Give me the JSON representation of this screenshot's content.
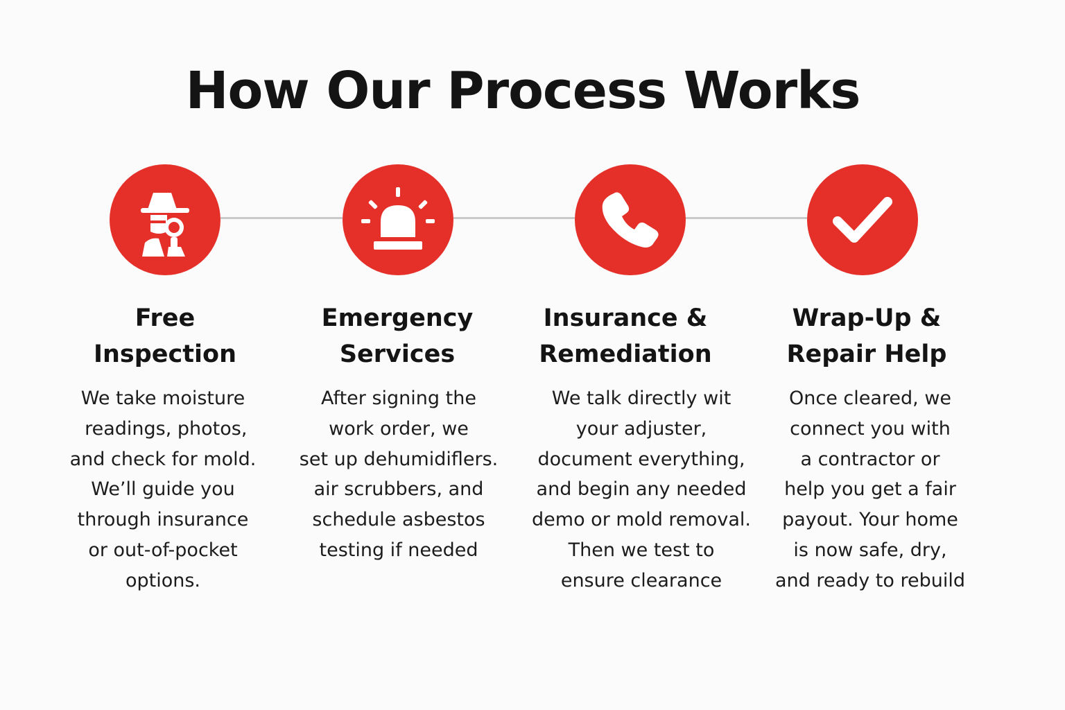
{
  "title": "How Our Process Works",
  "colors": {
    "accent": "#e5302a",
    "connector": "#c9c9c9",
    "text": "#141414",
    "background": "#fbfbfb"
  },
  "steps": [
    {
      "icon": "inspector-icon",
      "title": "Free\nInspection",
      "description": "We take moisture\n readings, photos,\nand check for mold.\nWe’ll guide you\nthrough insurance\nor out-of-pocket\noptions."
    },
    {
      "icon": "siren-icon",
      "title": "Emergency\nServices",
      "description": "After signing the\nwork order, we\nset up dehumidiflers.\nair scrubbers, and\nschedule asbestos\ntesting if needed"
    },
    {
      "icon": "phone-icon",
      "title": "Insurance &\nRemediation",
      "description": "We talk directly wit\nyour adjuster,\ndocument everything,\nand begin any needed\ndemo or mold removal.\nThen we test to\nensure clearance"
    },
    {
      "icon": "checkmark-icon",
      "title": "Wrap-Up &\nRepair Help",
      "description": "Once cleared, we\nconnect you with\na contractor or\nhelp you get a fair\npayout. Your home\nis now safe, dry,\nand ready to rebuild"
    }
  ]
}
